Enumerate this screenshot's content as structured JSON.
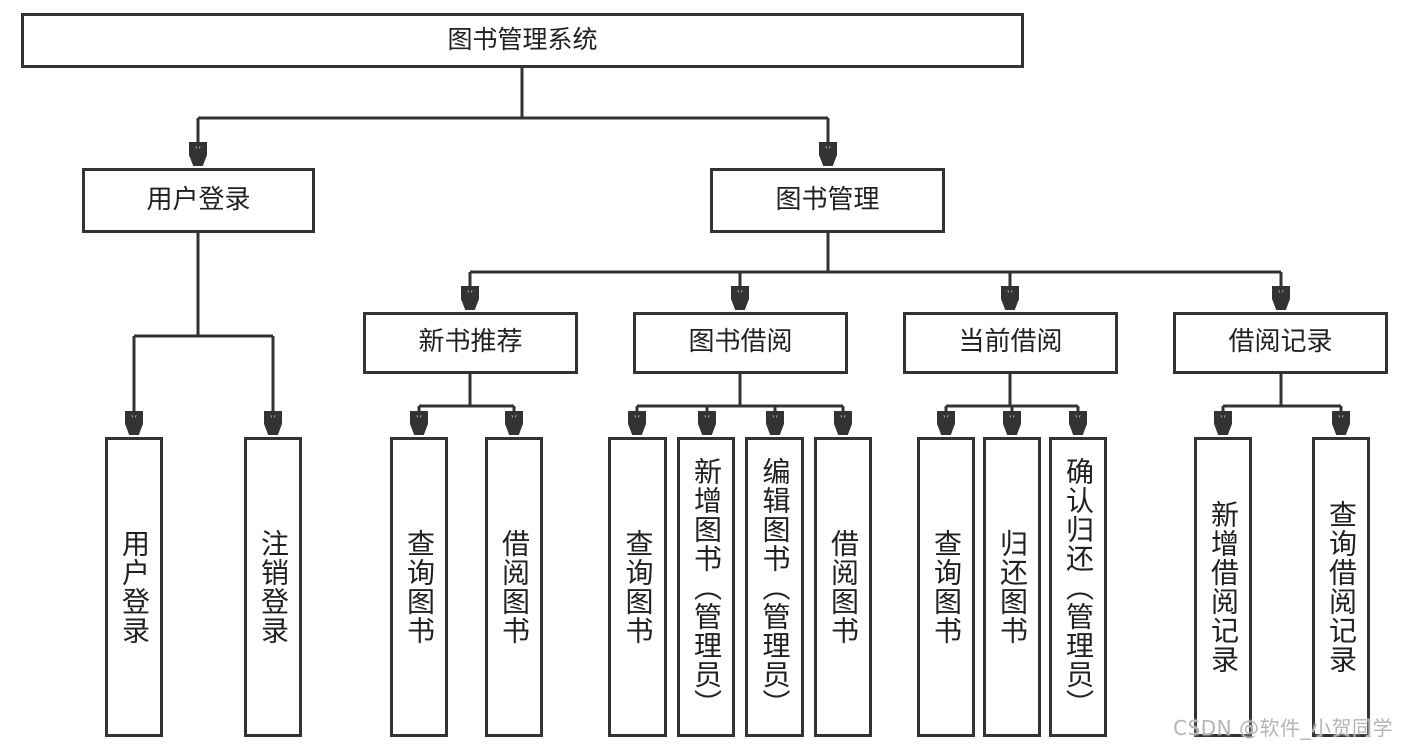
{
  "diagram_title": "图书管理系统",
  "colors": {
    "line": "#333333",
    "text": "#212121",
    "background": "#ffffff",
    "watermark_text_color": "#b5b5b5"
  },
  "tree": {
    "root": {
      "label": "图书管理系统"
    },
    "level2": [
      {
        "label": "用户登录",
        "parent": "图书管理系统"
      },
      {
        "label": "图书管理",
        "parent": "图书管理系统"
      }
    ],
    "level3": [
      {
        "label": "新书推荐",
        "parent": "图书管理"
      },
      {
        "label": "图书借阅",
        "parent": "图书管理"
      },
      {
        "label": "当前借阅",
        "parent": "图书管理"
      },
      {
        "label": "借阅记录",
        "parent": "图书管理"
      }
    ],
    "leaves": [
      {
        "label": "用户登录",
        "parent": "用户登录"
      },
      {
        "label": "注销登录",
        "parent": "用户登录"
      },
      {
        "label": "查询图书",
        "parent": "新书推荐"
      },
      {
        "label": "借阅图书",
        "parent": "新书推荐"
      },
      {
        "label": "查询图书",
        "parent": "图书借阅"
      },
      {
        "label": "新增图书（管理员）",
        "parent": "图书借阅"
      },
      {
        "label": "编辑图书（管理员）",
        "parent": "图书借阅"
      },
      {
        "label": "借阅图书",
        "parent": "图书借阅"
      },
      {
        "label": "查询图书",
        "parent": "当前借阅"
      },
      {
        "label": "归还图书",
        "parent": "当前借阅"
      },
      {
        "label": "确认归还（管理员）",
        "parent": "当前借阅"
      },
      {
        "label": "新增借阅记录",
        "parent": "借阅记录"
      },
      {
        "label": "查询借阅记录",
        "parent": "借阅记录"
      }
    ]
  },
  "watermark": {
    "text": "CSDN @软件_小贺同学"
  }
}
